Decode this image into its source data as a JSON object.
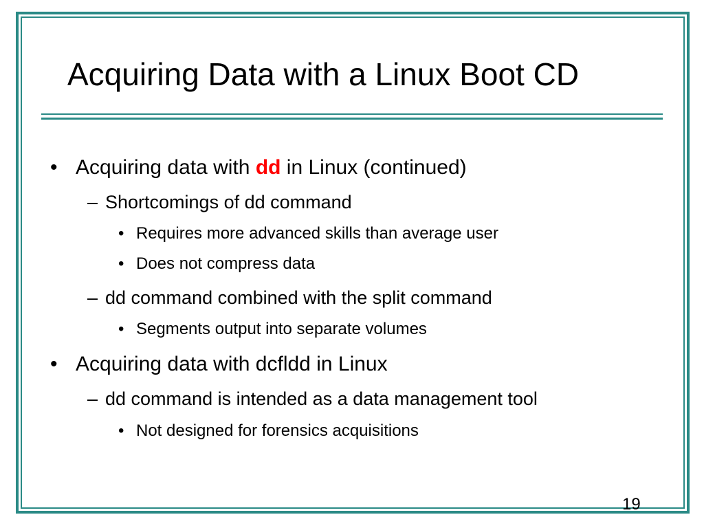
{
  "slide": {
    "title": "Acquiring Data with a Linux Boot CD",
    "page_number": "19",
    "colors": {
      "frame": "#2a8a86",
      "highlight": "#ff0000",
      "text": "#000000",
      "background": "#ffffff"
    },
    "markers": {
      "bullet": "•",
      "dash": "–"
    },
    "bullets": [
      {
        "text_before": "Acquiring data with ",
        "highlight": "dd",
        "text_after": " in Linux (continued)"
      },
      {
        "text": "Shortcomings of dd command"
      },
      {
        "text": "Requires more advanced skills than average user"
      },
      {
        "text": "Does not compress data"
      },
      {
        "text": "dd command combined with the split command"
      },
      {
        "text": "Segments output into separate volumes"
      },
      {
        "text": "Acquiring data with dcfldd in Linux"
      },
      {
        "text": "dd command is intended as a data management tool"
      },
      {
        "text": "Not designed for forensics acquisitions"
      }
    ]
  }
}
